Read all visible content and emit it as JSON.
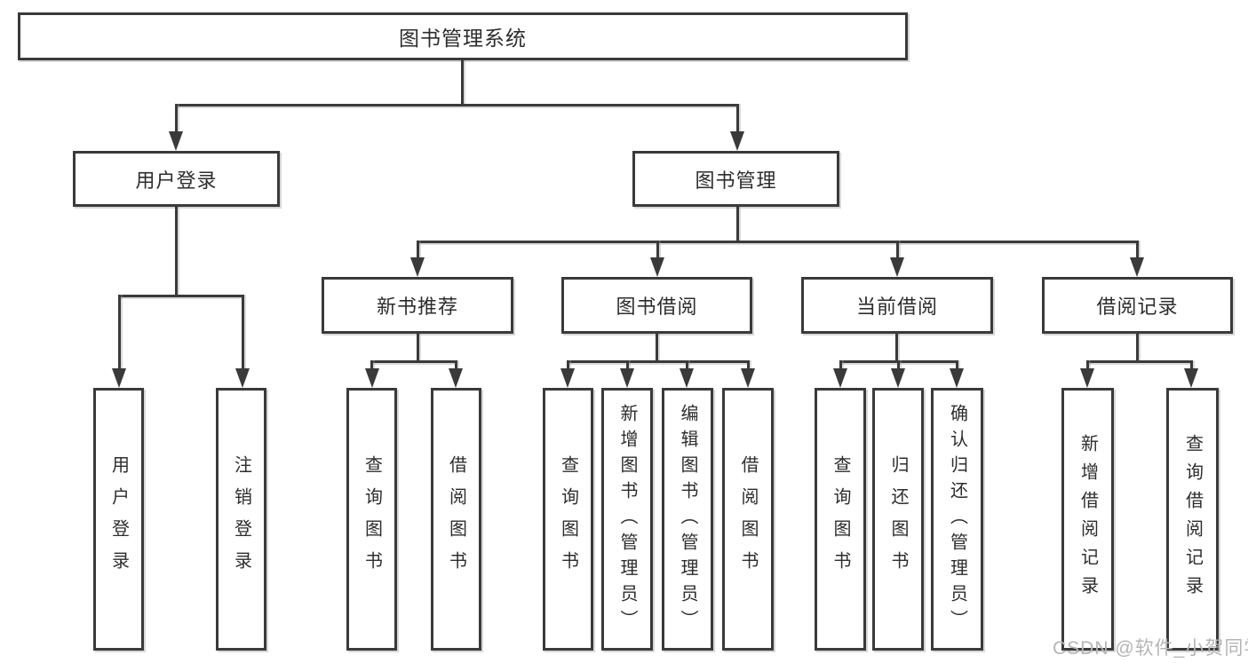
{
  "diagram": {
    "root": {
      "label": "图书管理系统"
    },
    "branches": [
      {
        "label": "用户登录",
        "children": [
          {
            "label": "用户登录"
          },
          {
            "label": "注销登录"
          }
        ]
      },
      {
        "label": "图书管理",
        "children": [
          {
            "label": "新书推荐",
            "children": [
              {
                "label": "查询图书"
              },
              {
                "label": "借阅图书"
              }
            ]
          },
          {
            "label": "图书借阅",
            "children": [
              {
                "label": "查询图书"
              },
              {
                "label": "新增图书（管理员）"
              },
              {
                "label": "编辑图书（管理员）"
              },
              {
                "label": "借阅图书"
              }
            ]
          },
          {
            "label": "当前借阅",
            "children": [
              {
                "label": "查询图书"
              },
              {
                "label": "归还图书"
              },
              {
                "label": "确认归还（管理员）"
              }
            ]
          },
          {
            "label": "借阅记录",
            "children": [
              {
                "label": "新增借阅记录"
              },
              {
                "label": "查询借阅记录"
              }
            ]
          }
        ]
      }
    ]
  },
  "watermark": {
    "text": "CSDN @软件_小贺同学",
    "color": "#b5b5b5"
  },
  "colors": {
    "line": "#3a3a3a",
    "text": "#2d2d2d",
    "background": "#ffffff"
  }
}
